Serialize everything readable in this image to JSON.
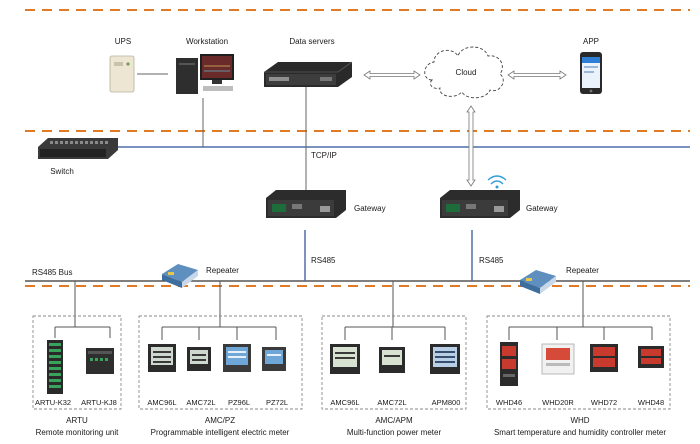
{
  "colors": {
    "dash_orange": "#e07a24",
    "line_blue": "#4f6fa8",
    "bus_black": "#333333",
    "group_border": "#8a8a8a",
    "device_dark": "#2b2b2b",
    "meter_green": "#3aa35b"
  },
  "top": {
    "ups": "UPS",
    "workstation": "Workstation",
    "servers": "Data servers",
    "cloud": "Cloud",
    "app": "APP"
  },
  "network": {
    "switch": "Switch",
    "tcpip": "TCP/IP",
    "gateway_left": "Gateway",
    "gateway_right": "Gateway",
    "rs485_left": "RS485",
    "rs485_right": "RS485",
    "bus": "RS485 Bus",
    "repeater_left": "Repeater",
    "repeater_right": "Repeater"
  },
  "groups": [
    {
      "title": "ARTU",
      "subtitle": "Remote monitoring unit",
      "devices": [
        "ARTU-K32",
        "ARTU-KJ8"
      ]
    },
    {
      "title": "AMC/PZ",
      "subtitle": "Programmable intelligent electric meter",
      "devices": [
        "AMC96L",
        "AMC72L",
        "PZ96L",
        "PZ72L"
      ]
    },
    {
      "title": "AMC/APM",
      "subtitle": "Multi-function power meter",
      "devices": [
        "AMC96L",
        "AMC72L",
        "APM800"
      ]
    },
    {
      "title": "WHD",
      "subtitle": "Smart temperature and humidity controller meter",
      "devices": [
        "WHD46",
        "WHD20R",
        "WHD72",
        "WHD48"
      ]
    }
  ]
}
